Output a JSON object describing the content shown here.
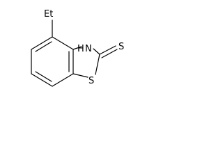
{
  "molecule": {
    "atoms": {
      "ethyl": "Et",
      "nitrogen": "N",
      "hydrogen": "H",
      "thione_sulfur": "S",
      "ring_sulfur": "S"
    }
  }
}
